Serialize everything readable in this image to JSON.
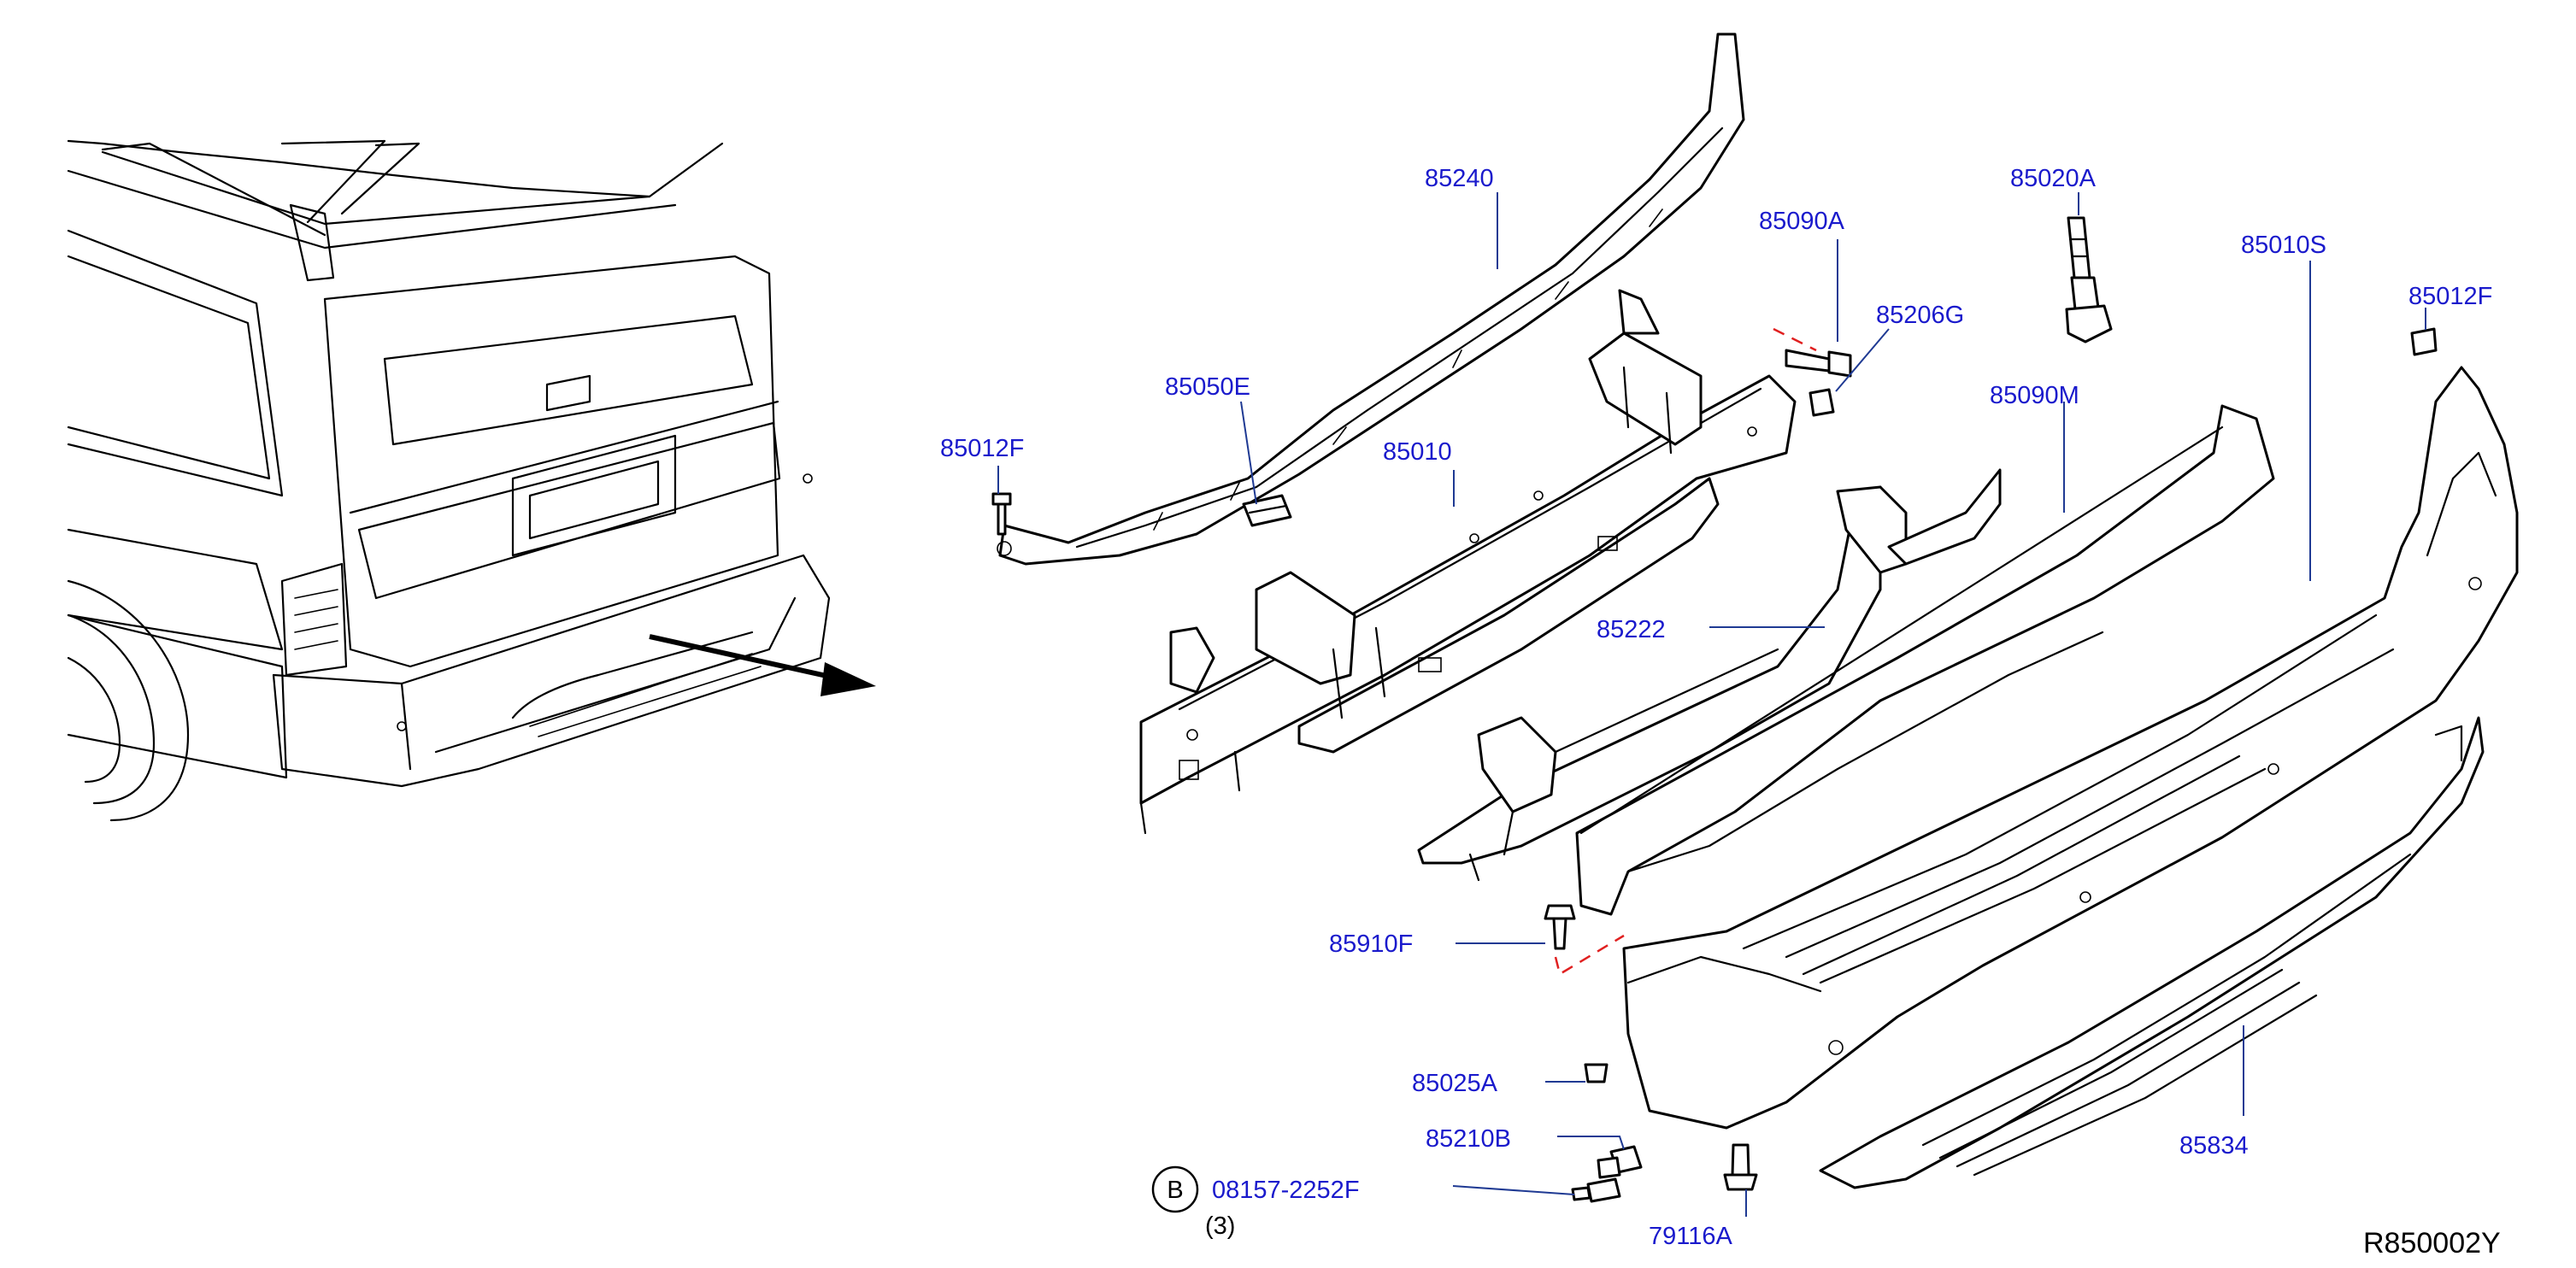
{
  "diagram": {
    "drawing_code": "R850002Y",
    "colors": {
      "label": "#1a1acc",
      "leader": "#1f3a93",
      "dashed": "#e02020",
      "line": "#000000"
    },
    "parts": {
      "p85240": "85240",
      "p85090A": "85090A",
      "p85020A": "85020A",
      "p85010S": "85010S",
      "p85012F_right": "85012F",
      "p85206G": "85206G",
      "p85050E": "85050E",
      "p85012F_left": "85012F",
      "p85010": "85010",
      "p85090M": "85090M",
      "p85222": "85222",
      "p85910F": "85910F",
      "p85025A": "85025A",
      "p85210B": "85210B",
      "p08157": "08157-2252F",
      "p08157_qty": "(3)",
      "p08157_badge": "B",
      "p79116A": "79116A",
      "p85834": "85834"
    }
  }
}
